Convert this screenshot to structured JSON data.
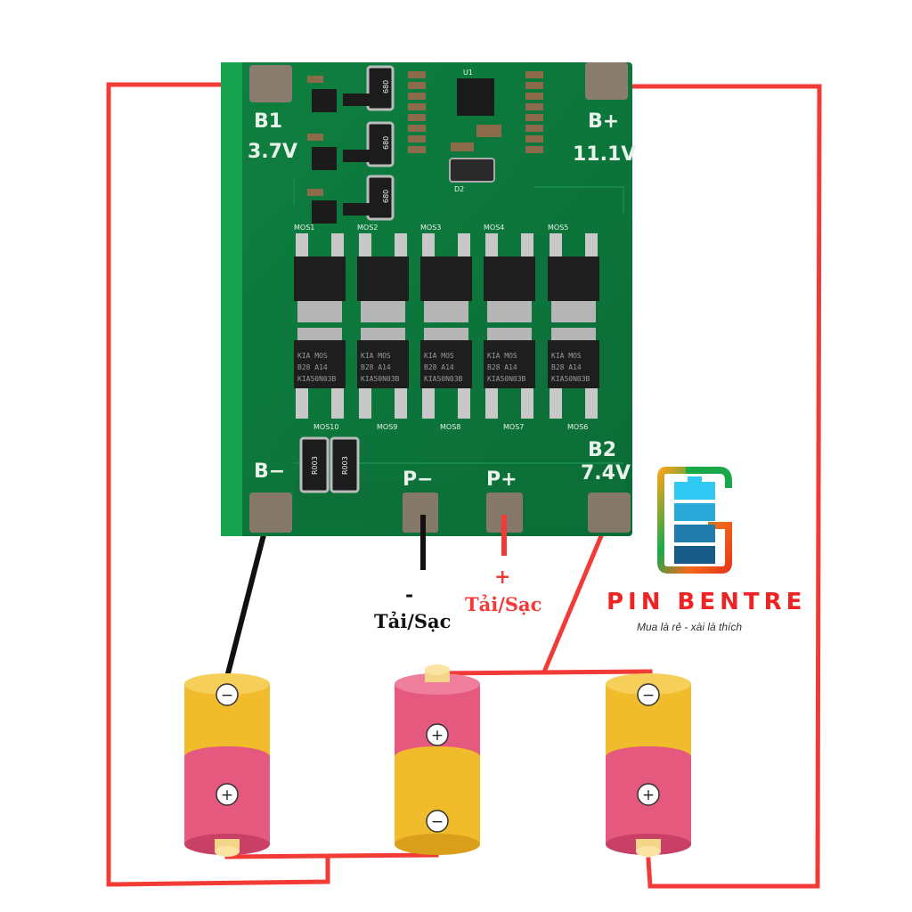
{
  "board": {
    "pads": {
      "b1": {
        "name": "B1",
        "voltage": "3.7V"
      },
      "bplus": {
        "name": "B+",
        "voltage": "11.1V"
      },
      "bminus": {
        "name": "B−"
      },
      "pminus": {
        "name": "P−"
      },
      "pplus": {
        "name": "P+"
      },
      "b2": {
        "name": "B2",
        "voltage": "7.4V"
      }
    },
    "resistor_marking": "680",
    "shunt_marking": "R003",
    "mosfet_text": {
      "l1": "KIA MOS",
      "l2": "B28  A14",
      "l3": "KIA50N03B"
    },
    "mos_labels": [
      "MOS1",
      "MOS2",
      "MOS3",
      "MOS4",
      "MOS5",
      "MOS6",
      "MOS7",
      "MOS8",
      "MOS9",
      "MOS10"
    ],
    "ic_label": "U1",
    "diode_label": "D2"
  },
  "labels": {
    "load_minus_sign": "-",
    "load_minus_text": "Tải/Sạc",
    "load_plus_sign": "+",
    "load_plus_text": "Tải/Sạc"
  },
  "batteries": [
    {
      "top": "−",
      "bottom": "+"
    },
    {
      "top": "+",
      "bottom": "−"
    },
    {
      "top": "−",
      "bottom": "+"
    }
  ],
  "brand": {
    "name": "PIN BENTRE",
    "slogan": "Mua là rẻ - xài là thích"
  },
  "colors": {
    "wire_red": "#f23a36",
    "pcb_green": "#0f7a3c",
    "brand_red": "#ee2424"
  }
}
